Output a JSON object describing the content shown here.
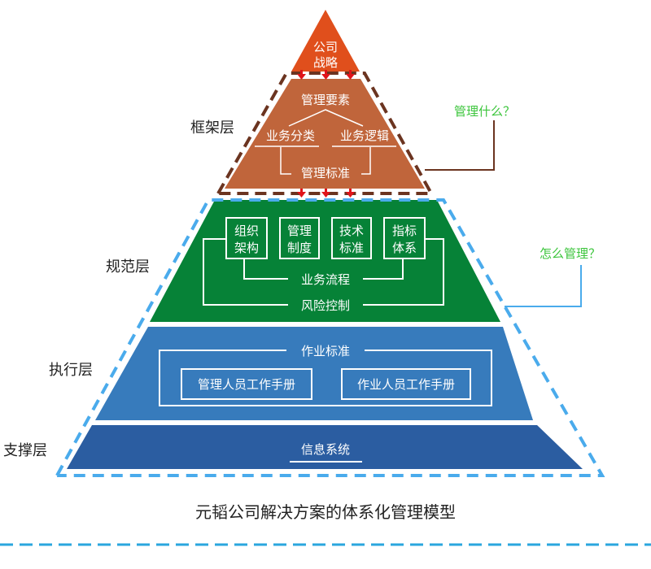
{
  "diagram": {
    "caption": "元韬公司解决方案的体系化管理模型",
    "colors": {
      "strategy": "#e04f1c",
      "framework": "#c0653b",
      "norm": "#068237",
      "execution": "#377bbc",
      "support": "#2b5da1",
      "brown_outline": "#6b3420",
      "blue_outline": "#4aabec",
      "arrow": "#e0141a",
      "question": "#3cc53c"
    },
    "strategy": {
      "line1": "公司",
      "line2": "战略"
    },
    "framework": {
      "side_label": "框架层",
      "top": "管理要素",
      "left": "业务分类",
      "right": "业务逻辑",
      "bottom": "管理标准",
      "question": "管理什么？"
    },
    "norm": {
      "side_label": "规范层",
      "boxes": [
        {
          "line1": "组织",
          "line2": "架构"
        },
        {
          "line1": "管理",
          "line2": "制度"
        },
        {
          "line1": "技术",
          "line2": "标准"
        },
        {
          "line1": "指标",
          "line2": "体系"
        }
      ],
      "process": "业务流程",
      "risk": "风险控制",
      "question": "怎么管理？"
    },
    "execution": {
      "side_label": "执行层",
      "title": "作业标准",
      "manuals": [
        "管理人员工作手册",
        "作业人员工作手册"
      ]
    },
    "support": {
      "side_label": "支撑层",
      "system": "信息系统"
    }
  }
}
